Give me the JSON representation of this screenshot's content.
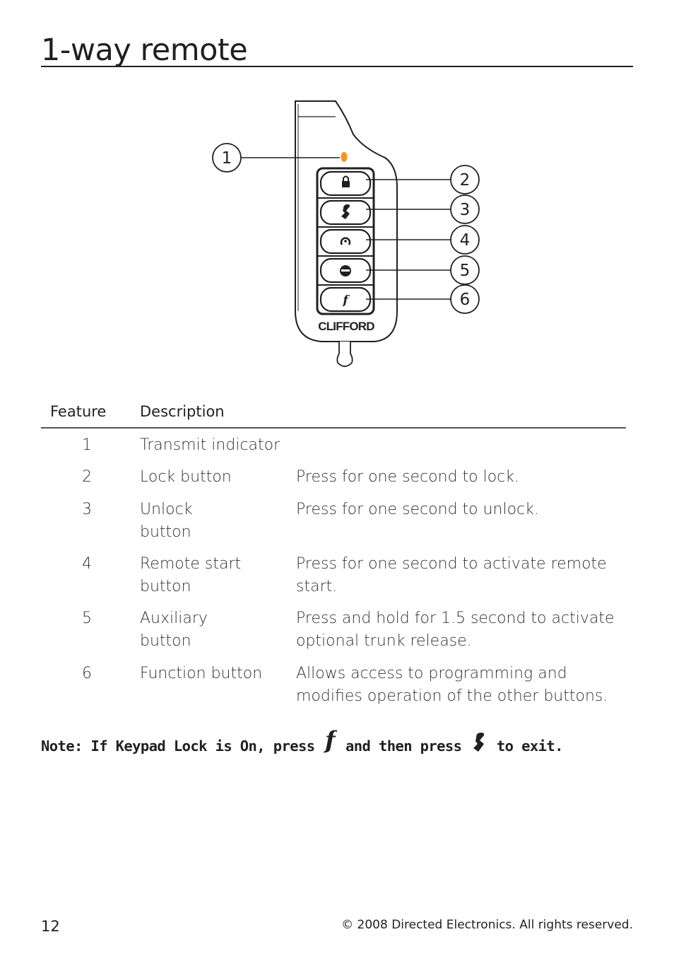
{
  "page": {
    "title": "1-way remote",
    "page_number": "12",
    "copyright": "© 2008 Directed Electronics. All rights reserved."
  },
  "figure": {
    "brand": "CLIFFORD",
    "callouts": [
      "1",
      "2",
      "3",
      "4",
      "5",
      "6"
    ],
    "indicator_color": "#f7941d"
  },
  "table": {
    "headers": {
      "feature": "Feature",
      "description": "Description"
    },
    "rows": [
      {
        "num": "1",
        "feature": "Transmit indicator",
        "description": ""
      },
      {
        "num": "2",
        "feature": "Lock button",
        "description": "Press for one second to lock."
      },
      {
        "num": "3",
        "feature": "Unlock button",
        "description": "Press for one second to unlock."
      },
      {
        "num": "4",
        "feature": "Remote start button",
        "description": "Press for one second to activate remote start."
      },
      {
        "num": "5",
        "feature": "Auxiliary button",
        "description": "Press and hold for 1.5 second to activate optional trunk release."
      },
      {
        "num": "6",
        "feature": "Function button",
        "description": "Allows access to programming and modifies operation of the other buttons."
      }
    ]
  },
  "note": {
    "part1": "Note: If Keypad Lock is On, press",
    "part2": "and then press",
    "part3": "to exit.",
    "icon1": "function-icon",
    "icon2": "unlock-icon"
  }
}
